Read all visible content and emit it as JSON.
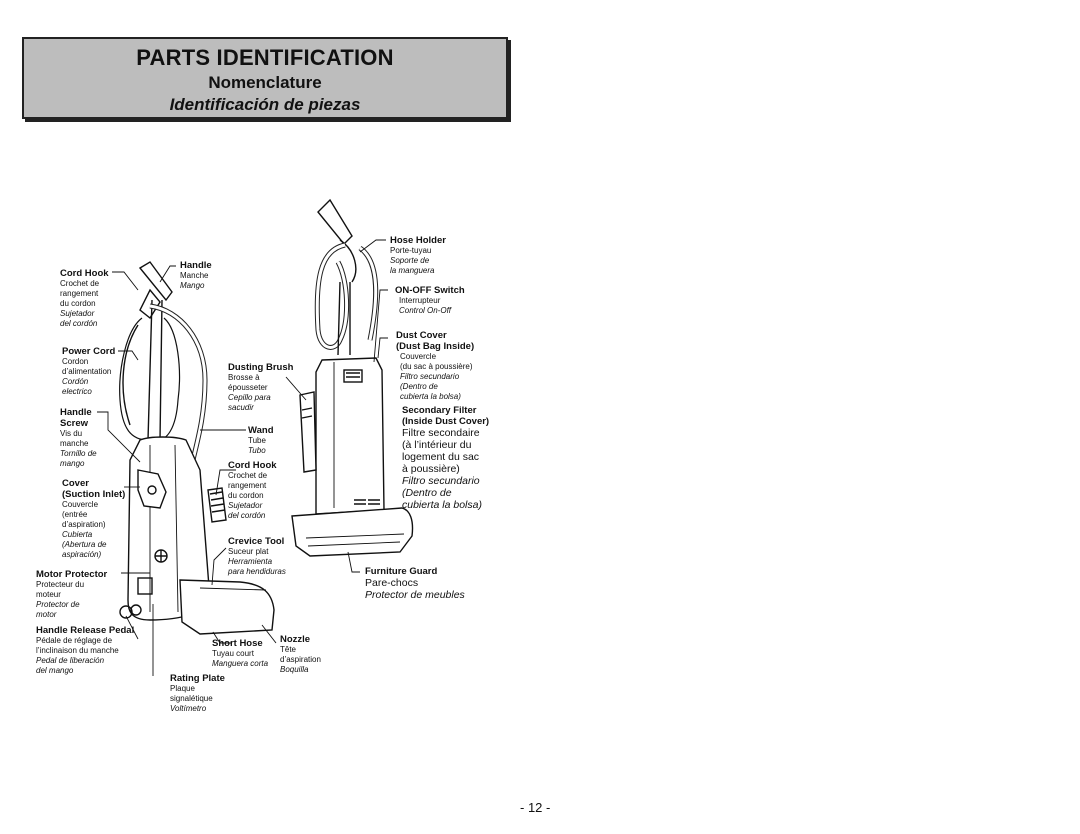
{
  "header": {
    "title": "PARTS IDENTIFICATION",
    "subtitle_fr": "Nomenclature",
    "subtitle_es": "Identificación de piezas"
  },
  "labels": {
    "cord_hook_left": {
      "en": "Cord Hook",
      "fr1": "Crochet de",
      "fr2": "rangement",
      "fr3": "du cordon",
      "es1": "Sujetador",
      "es2": "del cordón"
    },
    "handle": {
      "en": "Handle",
      "fr": "Manche",
      "es": "Mango"
    },
    "power_cord": {
      "en": "Power Cord",
      "fr1": "Cordon",
      "fr2": "d’alimentation",
      "es1": "Cordón",
      "es2": "electrico"
    },
    "dusting_brush": {
      "en": "Dusting Brush",
      "fr1": "Brosse à",
      "fr2": "épousseter",
      "es1": "Cepillo para",
      "es2": "sacudir"
    },
    "handle_screw": {
      "en1": "Handle",
      "en2": "Screw",
      "fr1": "Vis du",
      "fr2": "manche",
      "es1": "Tornillo de",
      "es2": "mango"
    },
    "wand": {
      "en": "Wand",
      "fr": "Tube",
      "es": "Tubo"
    },
    "cord_hook_mid": {
      "en": "Cord Hook",
      "fr1": "Crochet de",
      "fr2": "rangement",
      "fr3": "du cordon",
      "es1": "Sujetador",
      "es2": "del cordón"
    },
    "cover": {
      "en1": "Cover",
      "en2": "(Suction Inlet)",
      "fr1": "Couvercle",
      "fr2": "(entrée",
      "fr3": "d’aspiration)",
      "es1": "Cubierta",
      "es2": "(Abertura de",
      "es3": "aspiración)"
    },
    "crevice_tool": {
      "en": "Crevice Tool",
      "fr": "Suceur plat",
      "es1": "Herramienta",
      "es2": "para hendiduras"
    },
    "motor_protector": {
      "en": "Motor Protector",
      "fr1": "Protecteur du",
      "fr2": "moteur",
      "es1": "Protector de",
      "es2": "motor"
    },
    "handle_release_pedal": {
      "en": "Handle Release Pedal",
      "fr1": "Pédale de réglage de",
      "fr2": "l’inclinaison du manche",
      "es1": "Pedal de liberación",
      "es2": "del mango"
    },
    "short_hose": {
      "en": "Short Hose",
      "fr": "Tuyau court",
      "es": "Manguera corta"
    },
    "nozzle": {
      "en": "Nozzle",
      "fr1": "Tête",
      "fr2": "d’aspiration",
      "es": "Boquilla"
    },
    "rating_plate": {
      "en": "Rating Plate",
      "fr1": "Plaque",
      "fr2": "signalétique",
      "es": "Voltímetro"
    },
    "hose_holder": {
      "en": "Hose Holder",
      "fr": "Porte-tuyau",
      "es1": "Soporte de",
      "es2": "la manguera"
    },
    "on_off_switch": {
      "en": "ON-OFF Switch",
      "fr": "Interrupteur",
      "es": "Control On-Off"
    },
    "dust_cover": {
      "en1": "Dust Cover",
      "en2": "(Dust Bag Inside)",
      "fr1": "Couvercle",
      "fr2": "(du sac à poussière)",
      "es1": "Filtro secundario",
      "es2": "(Dentro de",
      "es3": "cubierta la bolsa)"
    },
    "secondary_filter": {
      "en1": "Secondary Filter",
      "en2": "(Inside Dust Cover)",
      "fr1": "Filtre secondaire",
      "fr2": "(à l’intérieur du",
      "fr3": "logement du sac",
      "fr4": "à poussière)",
      "es1": "Filtro secundario",
      "es2": "(Dentro de",
      "es3": "cubierta la bolsa)"
    },
    "furniture_guard": {
      "en": "Furniture Guard",
      "fr": "Pare-chocs",
      "es": "Protector de meubles"
    }
  },
  "page_number": "- 12 -"
}
